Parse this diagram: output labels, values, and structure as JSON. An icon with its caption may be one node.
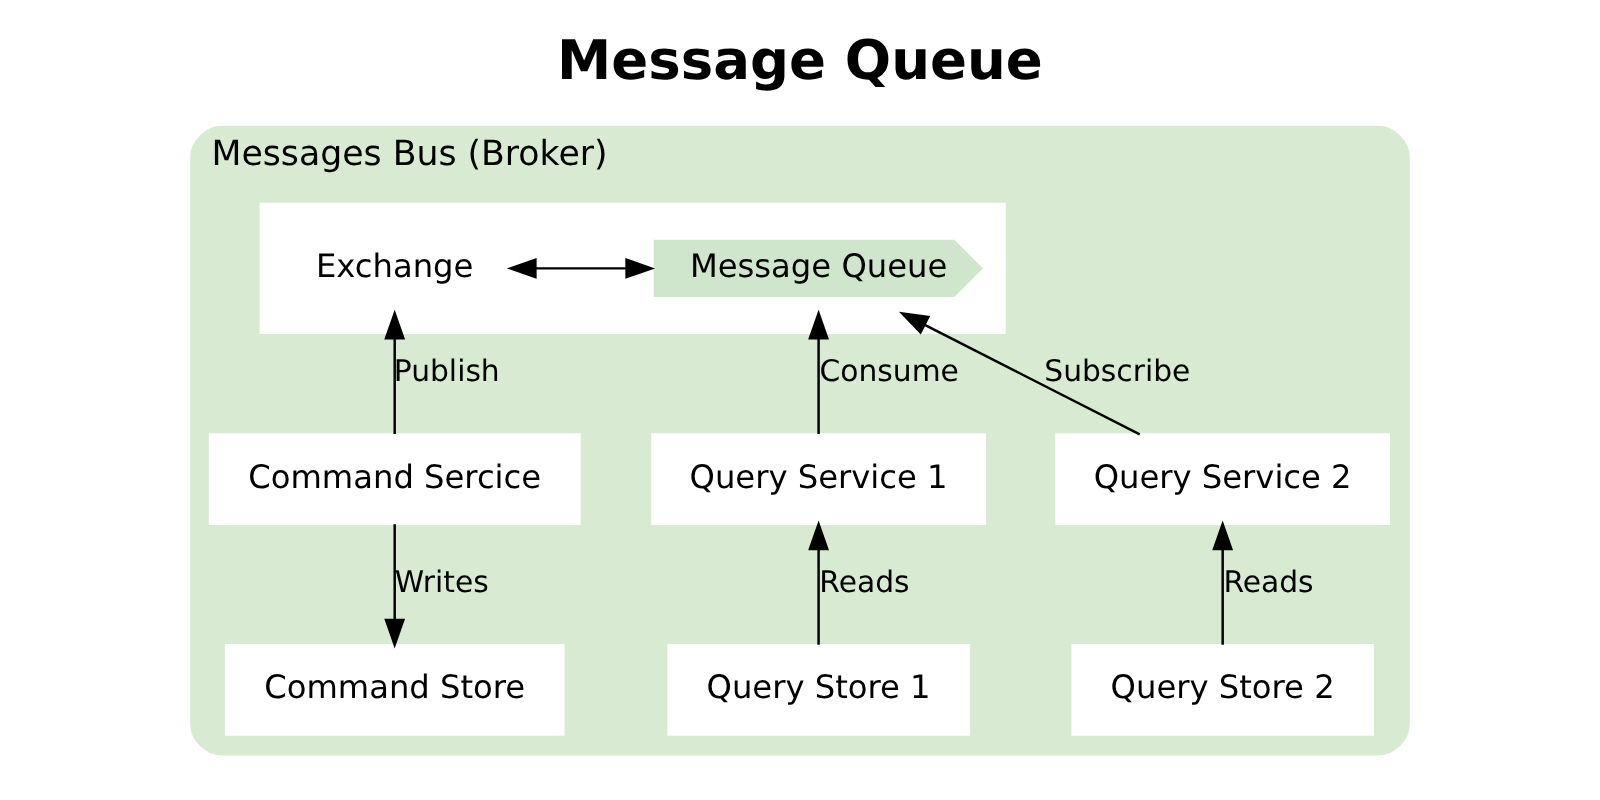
{
  "diagram": {
    "title": "Message Queue",
    "nodes": [
      {
        "text": [
          "Messages Bus (Broker)"
        ]
      },
      {
        "text": [],
        "shape": "box",
        "in": 0
      },
      {
        "text": [
          "Exchange"
        ],
        "in": 1
      },
      {
        "text": [
          "Message Queue"
        ],
        "in": 1
      },
      {
        "text": [
          "Command Sercice"
        ],
        "in": 0
      },
      {
        "text": [
          "Command Store"
        ],
        "in": 0
      },
      {
        "text": [
          "Query Service 1"
        ],
        "in": 0
      },
      {
        "text": [
          "Query Store 1"
        ],
        "in": 0
      },
      {
        "text": [
          "Query Service 2"
        ],
        "in": 0
      },
      {
        "text": [
          "Query Store 2"
        ],
        "in": 0
      }
    ],
    "edges": [
      {
        "from": 2,
        "to": 3,
        "arrow": "both"
      },
      {
        "from": 4,
        "to": 2,
        "arrow": "to",
        "label": "Publish"
      },
      {
        "from": 4,
        "to": 5,
        "arrow": "to",
        "label": "Writes"
      },
      {
        "from": 6,
        "to": 3,
        "arrow": "to",
        "label": "Consume"
      },
      {
        "from": 8,
        "to": 3,
        "arrow": "to",
        "label": "Subscribe"
      },
      {
        "from": 7,
        "to": 6,
        "arrow": "to",
        "label": "Reads"
      },
      {
        "from": 9,
        "to": 8,
        "arrow": "to",
        "label": "Reads"
      }
    ]
  }
}
